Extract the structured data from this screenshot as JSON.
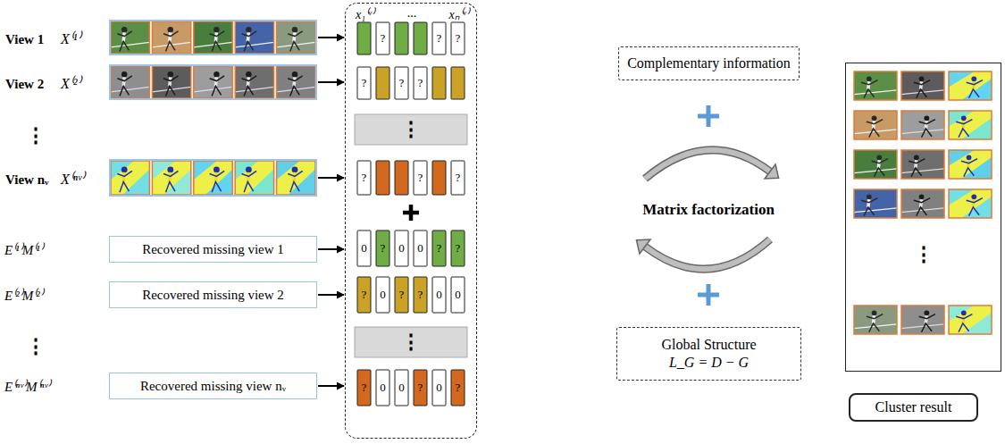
{
  "diagram": {
    "nodes": [
      {
        "text": [
          "View 1",
          "X⁽¹⁾"
        ]
      },
      {
        "text": [
          "View 2",
          "X⁽²⁾"
        ]
      },
      {
        "text": [
          "View nᵥ",
          "X⁽ⁿᵛ⁾"
        ]
      },
      {
        "text": [
          "E⁽¹⁾M⁽¹⁾",
          "Recovered missing view 1"
        ]
      },
      {
        "text": [
          "E⁽²⁾M⁽²⁾",
          "Recovered missing view 2"
        ]
      },
      {
        "text": [
          "E⁽ⁿᵛ⁾M⁽ⁿᵛ⁾",
          "Recovered missing view nᵥ"
        ]
      },
      {
        "text": [
          "x₁⁽ᵛ⁾",
          "...",
          "xₙ⁽ᵛ⁾"
        ]
      },
      {
        "text": [
          "Complementary information"
        ]
      },
      {
        "text": [
          "Global Structure",
          "L_G = D − G"
        ]
      },
      {
        "text": [
          "⋮"
        ]
      },
      {
        "text": [
          "Cluster result"
        ]
      }
    ],
    "edges": [
      {
        "from": 0,
        "to": 6,
        "arrow": "to"
      },
      {
        "from": 1,
        "to": 6,
        "arrow": "to"
      },
      {
        "from": 2,
        "to": 6,
        "arrow": "to"
      },
      {
        "from": 3,
        "to": 6,
        "arrow": "to"
      },
      {
        "from": 4,
        "to": 6,
        "arrow": "to"
      },
      {
        "from": 5,
        "to": 6,
        "arrow": "to"
      }
    ],
    "labels": [
      "⋮",
      "?",
      "?",
      "?",
      "?",
      "?",
      "?",
      "⋮",
      "?",
      "?",
      "?",
      "⋮",
      "0",
      "?",
      "0",
      "0",
      "?",
      "?",
      "?",
      "0",
      "?",
      "?",
      "0",
      "0",
      "⋮",
      "?",
      "0",
      "0",
      "?",
      "0",
      "?",
      "Matrix factorization"
    ]
  }
}
